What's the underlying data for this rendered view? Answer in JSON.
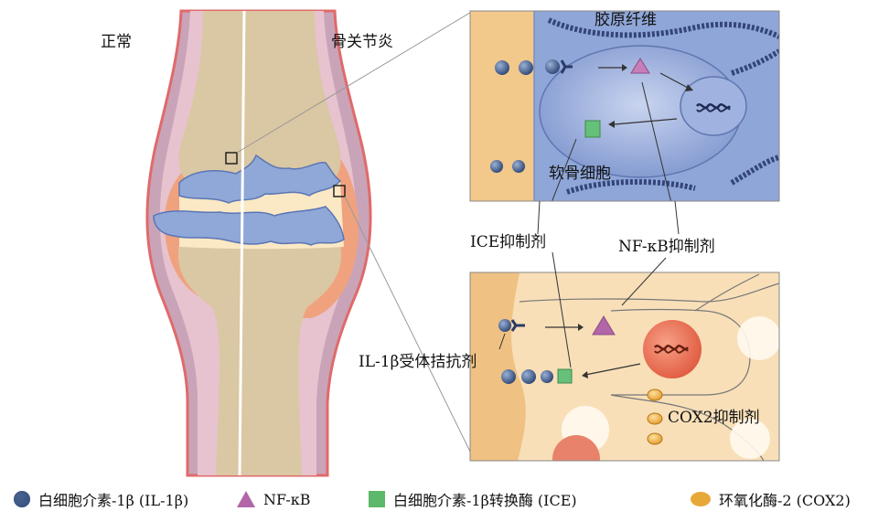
{
  "knee": {
    "label_normal": "正常",
    "label_arthritis": "骨关节炎"
  },
  "cell_panel": {
    "label_collagen": "胶原纤维",
    "label_chondrocyte": "软骨细胞"
  },
  "inhibitors": {
    "ice_inhibitor": "ICE抑制剂",
    "nfkb_inhibitor": "NF-κB抑制剂",
    "il1_antagonist": "IL-1β受体拮抗剂",
    "cox2_inhibitor": "COX2抑制剂"
  },
  "legend": [
    {
      "icon": "il1b-sphere-icon",
      "label": "白细胞介素-1β (IL-1β)",
      "color": "#3b5582"
    },
    {
      "icon": "nfkb-triangle-icon",
      "label": "NF-κB",
      "color": "#b266a8"
    },
    {
      "icon": "ice-square-icon",
      "label": "白细胞介素-1β转换酶 (ICE)",
      "color": "#5cb86a"
    },
    {
      "icon": "cox2-oval-icon",
      "label": "环氧化酶-2 (COX2)",
      "color": "#e8a838"
    }
  ],
  "colors": {
    "bone": "#dac7a3",
    "cartilage": "#7f9bd0",
    "synovium": "#f0a27f",
    "cell_panel_bg": "#8fa6d8",
    "extracellular": "#f2c88b"
  }
}
